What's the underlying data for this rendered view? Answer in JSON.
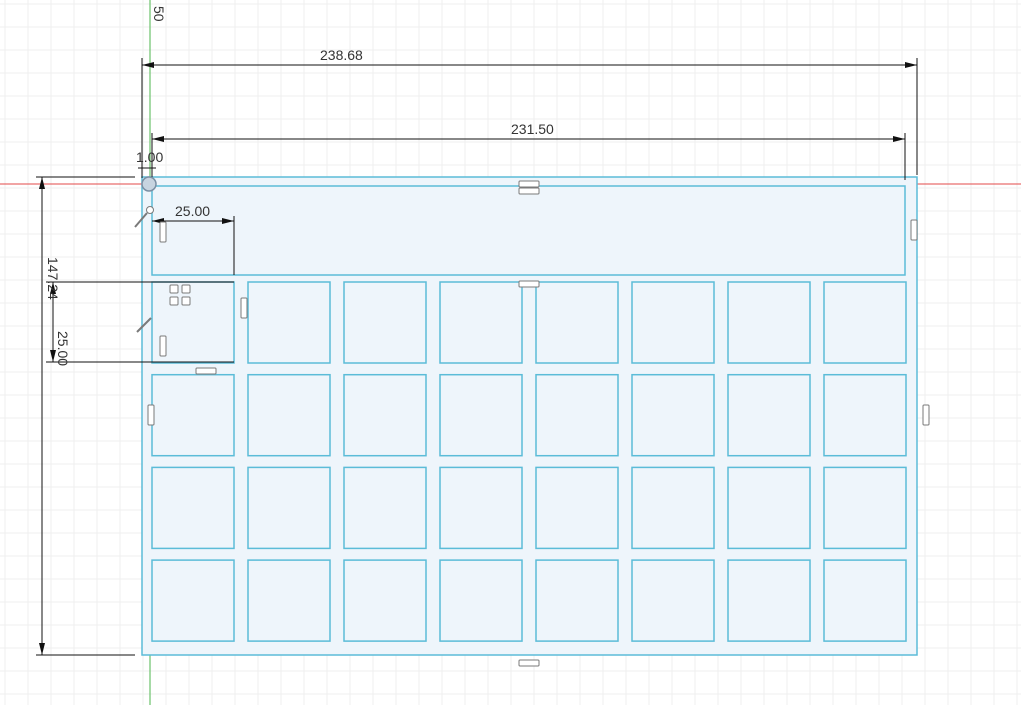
{
  "sketch": {
    "title": "Sketch grid layout",
    "grid": {
      "rows": 4,
      "cols": 8
    },
    "axis_label": "50",
    "dimensions": {
      "overall_width": "238.68",
      "inner_width": "231.50",
      "offset": "1.00",
      "header_label": "25.00",
      "cell_height": "25.00",
      "overall_height": "147.24"
    },
    "colors": {
      "grid_major": "#d9d9d9",
      "grid_minor": "#efefef",
      "profile_fill": "#eef5fb",
      "profile_stroke": "#5bbcd8",
      "dimension_line": "#111111",
      "x_axis": "#e34a4a",
      "y_axis": "#6cc16c",
      "constraint_icon": "#7a7a7a"
    }
  }
}
